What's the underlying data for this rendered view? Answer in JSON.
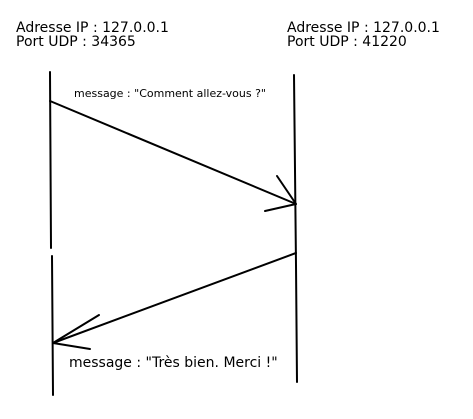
{
  "hosts": [
    {
      "ip": "Adresse IP : 127.0.0.1",
      "port": "Port UDP : 34365"
    },
    {
      "ip": "Adresse IP : 127.0.0.1",
      "port": "Port UDP : 41220"
    }
  ],
  "messages": [
    {
      "text": "message : \"Comment allez-vous ?\"",
      "from": 0,
      "to": 1
    },
    {
      "text": "message : \"Très bien. Merci !\"",
      "from": 1,
      "to": 0
    }
  ],
  "colors": {
    "ink": "#000000",
    "background": "#ffffff"
  }
}
